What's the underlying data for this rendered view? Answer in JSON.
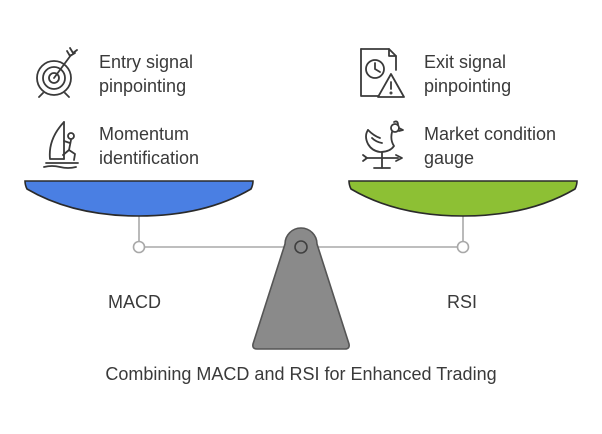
{
  "caption": "Combining MACD and RSI for Enhanced Trading",
  "left_pan": {
    "name": "MACD",
    "color": "#4a7fe3",
    "features": [
      {
        "text": "Entry signal pinpointing",
        "icon": "target-arrow-icon"
      },
      {
        "text": "Momentum identification",
        "icon": "windsurfer-icon"
      }
    ]
  },
  "right_pan": {
    "name": "RSI",
    "color": "#8dc034",
    "features": [
      {
        "text": "Exit signal pinpointing",
        "icon": "document-clock-warning-icon"
      },
      {
        "text": "Market condition gauge",
        "icon": "weathervane-rooster-icon"
      }
    ]
  },
  "stand_color": "#8a8a8a"
}
